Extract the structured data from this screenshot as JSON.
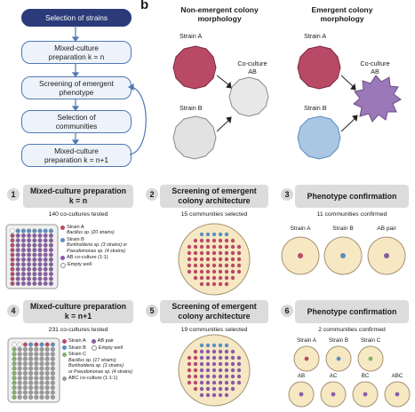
{
  "panel_letter": "b",
  "colors": {
    "strainA": "#b94a66",
    "strainB": "#5a8fc2",
    "coculture": "#8a5ba6",
    "plate": "#f7e8c4",
    "flow_dark": "#2b3a78",
    "flow_border": "#4f78b4"
  },
  "flow": {
    "steps": [
      "Selection of strains",
      "Mixed-culture preparation k = n",
      "Screening of emergent phenotype",
      "Selection of communities",
      "Mixed-culture preparation k = n+1"
    ]
  },
  "morph": {
    "left_title": "Non-emergent colony morphology",
    "right_title": "Emergent colony morphology",
    "strain_a": "Strain A",
    "strain_b": "Strain B",
    "coculture": "Co-culture AB"
  },
  "panels": [
    {
      "num": "1",
      "head": "Mixed-culture preparation k = n",
      "sub": "140 co-cultures tested"
    },
    {
      "num": "2",
      "head": "Screening of emergent colony architecture",
      "sub": "15 communities selected"
    },
    {
      "num": "3",
      "head": "Phenotype confirmation",
      "sub": "11 communities confirmed"
    },
    {
      "num": "4",
      "head": "Mixed-culture preparation k = n+1",
      "sub": "231 co-cultures tested"
    },
    {
      "num": "5",
      "head": "Screening of emergent colony architecture",
      "sub": "19 communities selected"
    },
    {
      "num": "6",
      "head": "Phenotype confirmation",
      "sub": "2 communities confirmed"
    }
  ],
  "legend1": {
    "a_label": "Strain A",
    "a_detail": "Bacillus sp. (20 strains)",
    "b_label": "Strain B",
    "b_detail": "Burkholderia sp. (3 strains) or Pseudomonas sp. (4 strains)",
    "ab": "AB co-culture (1:1)",
    "empty": "Empty well"
  },
  "legend4": {
    "a": "Strain A",
    "b": "Strain B",
    "abpair": "AB pair",
    "empty": "Empty well",
    "c_label": "Strain C",
    "c_detail1": "Bacillus sp. (17 strains)",
    "c_detail2": "Burkholderia sp. (3 strains)",
    "c_detail3": "or Pseudomonas sp. (4 strains)",
    "abc": "ABC co-culture (1:1:1)"
  },
  "confirm3": [
    "Strain A",
    "Strain B",
    "AB pair"
  ],
  "confirm6": [
    "Strain A",
    "Strain B",
    "Strain C",
    "AB",
    "AC",
    "BC",
    "ABC"
  ]
}
